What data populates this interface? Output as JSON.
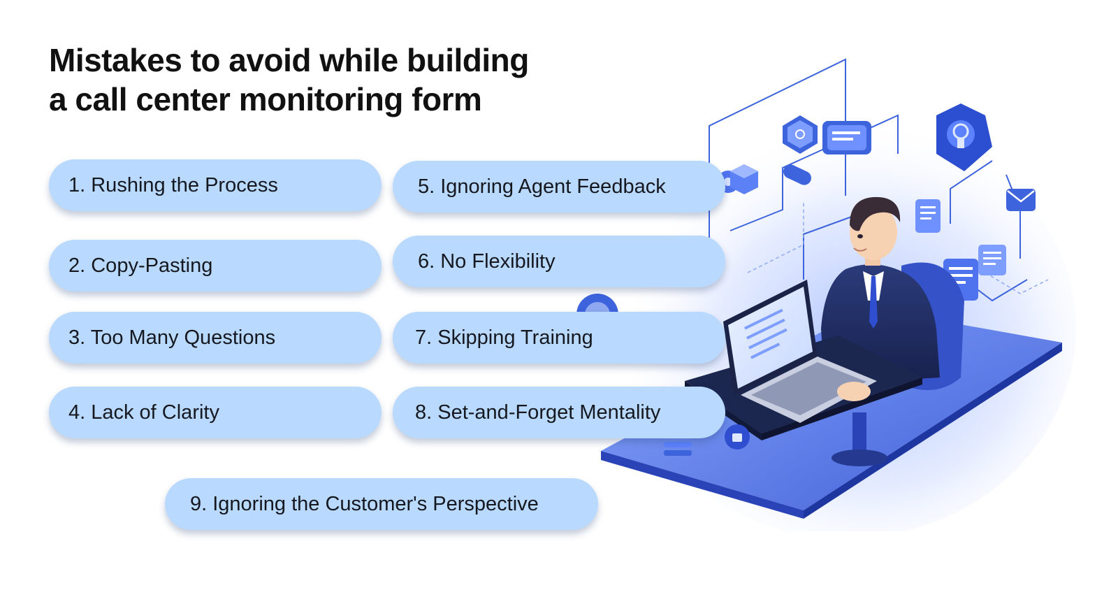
{
  "title": {
    "line1": "Mistakes to avoid while building",
    "line2": "a call center monitoring form"
  },
  "items": [
    {
      "label": "1. Rushing the Process"
    },
    {
      "label": "2. Copy-Pasting"
    },
    {
      "label": "3. Too Many Questions"
    },
    {
      "label": "4. Lack of Clarity"
    },
    {
      "label": "5. Ignoring Agent Feedback"
    },
    {
      "label": "6. No Flexibility"
    },
    {
      "label": "7. Skipping Training"
    },
    {
      "label": "8. Set-and-Forget Mentality"
    },
    {
      "label": "9. Ignoring the Customer's Perspective"
    }
  ],
  "colors": {
    "pill_fill": "#b9d9ff",
    "title_text": "#111111",
    "illustration_primary": "#3d63dd",
    "illustration_dark": "#1f2a5c"
  },
  "illustration": {
    "subject": "agent-at-laptop-with-floating-icons",
    "icons": [
      "shield-icon",
      "chat-icon",
      "document-icon",
      "settings-icon",
      "mail-icon",
      "lightbulb-icon"
    ]
  }
}
